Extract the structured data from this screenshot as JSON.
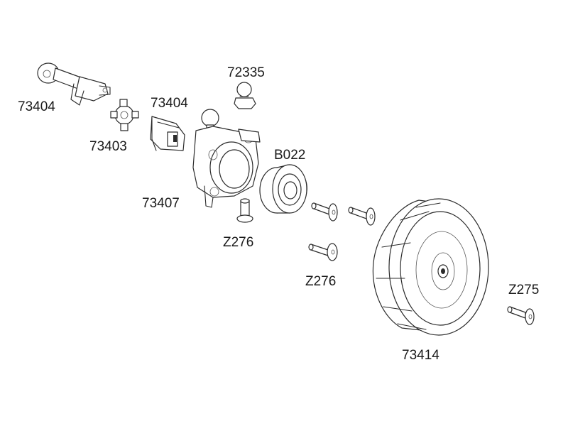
{
  "labels": {
    "cvd_shaft": "73404",
    "ball_stud": "72335",
    "cross_pin": "73403",
    "outdrive_cup": "73404",
    "knuckle": "73407",
    "bearing": "B022",
    "short_screw": "Z276",
    "wheel_screws": "Z276",
    "wheel": "73414",
    "wheel_screw_small": "Z275"
  },
  "colors": {
    "line": "#2b2b2b",
    "background": "#ffffff"
  }
}
